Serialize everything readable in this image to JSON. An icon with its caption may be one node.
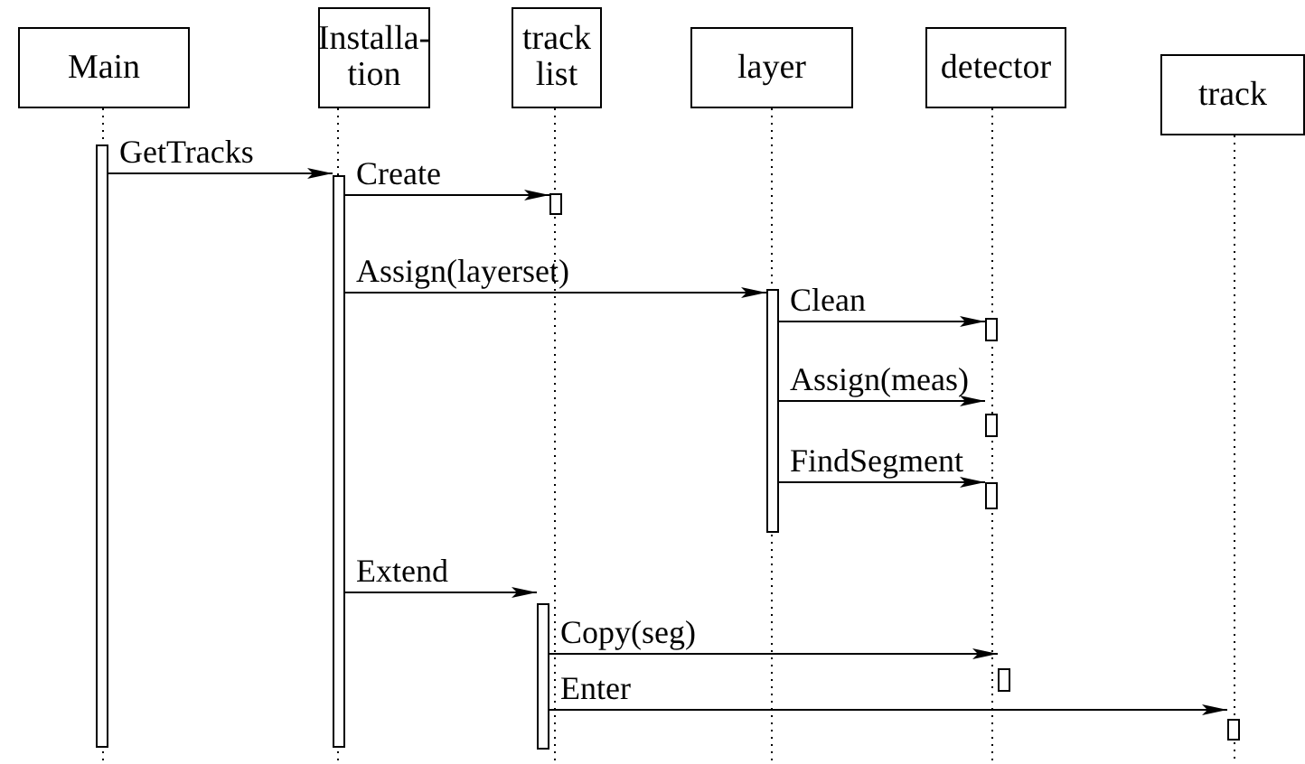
{
  "diagram": {
    "nodes": [
      {
        "text": [
          "Main"
        ]
      },
      {
        "text": [
          "Installa- tion"
        ]
      },
      {
        "text": [
          "track list"
        ]
      },
      {
        "text": [
          "layer"
        ]
      },
      {
        "text": [
          "detector"
        ]
      },
      {
        "text": [
          "track"
        ]
      },
      {
        "text": [],
        "shape": "bar"
      },
      {
        "text": [],
        "shape": "bar"
      },
      {
        "text": [],
        "shape": "bar"
      },
      {
        "text": [],
        "shape": "bar"
      },
      {
        "text": [],
        "shape": "bar"
      },
      {
        "text": [],
        "shape": "bar"
      },
      {
        "text": [],
        "shape": "bar"
      },
      {
        "text": [],
        "shape": "bar"
      },
      {
        "text": [],
        "shape": "bar"
      },
      {
        "text": [],
        "shape": "bar"
      }
    ],
    "edges": [
      {
        "from": 6,
        "to": 7,
        "arrow": "to",
        "label": "GetTracks"
      },
      {
        "from": 7,
        "to": 8,
        "arrow": "to",
        "label": "Create"
      },
      {
        "from": 7,
        "to": 9,
        "arrow": "to",
        "label": "Assign(layerset)"
      },
      {
        "from": 9,
        "to": 10,
        "arrow": "to",
        "label": "Clean"
      },
      {
        "from": 9,
        "to": 11,
        "arrow": "to",
        "label": "Assign(meas)"
      },
      {
        "from": 9,
        "to": 12,
        "arrow": "to",
        "label": "FindSegment"
      },
      {
        "from": 7,
        "to": 13,
        "arrow": "to",
        "label": "Extend"
      },
      {
        "from": 13,
        "to": 14,
        "arrow": "to",
        "label": "Copy(seg)"
      },
      {
        "from": 13,
        "to": 15,
        "arrow": "to",
        "label": "Enter"
      }
    ]
  }
}
